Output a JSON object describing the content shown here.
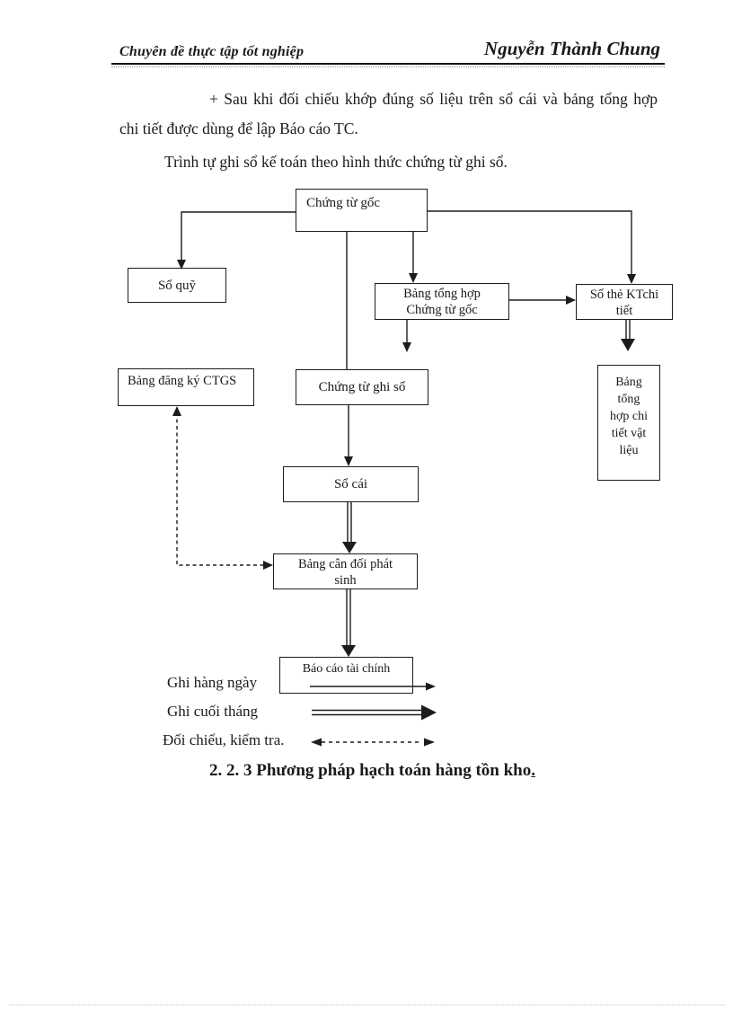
{
  "page": {
    "header": {
      "left_title": "Chuyên đề thực tập tốt nghiệp",
      "right_author": "Nguyễn Thành Chung"
    },
    "body": {
      "para1_line1": "+ Sau khi đối chiếu khớp đúng số liệu trên sổ cái và bảng tổng hợp",
      "para1_line2": "chi tiết được dùng để lập Báo cáo TC.",
      "para2": "Trình tự ghi sổ kế toán theo hình thức chứng từ ghi sổ."
    },
    "section_heading": {
      "text": "2. 2. 3 Phương pháp hạch toán hàng tồn kho",
      "trailing_period": "."
    }
  },
  "diagram": {
    "boxes": {
      "chung_tu_goc": {
        "label": "Chứng từ gốc"
      },
      "so_quy": {
        "label": "Sổ quỹ"
      },
      "bang_tong_hop_ctg": {
        "lines": [
          "Bảng tổng hợp",
          "Chứng từ gốc"
        ]
      },
      "so_the_kt": {
        "lines": [
          "Số thẻ KTchi",
          "tiết"
        ]
      },
      "bang_dang_ky_ctgs": {
        "label": "Bảng đăng ký CTGS"
      },
      "chung_tu_ghi_so": {
        "label": "Chứng từ ghi sổ"
      },
      "bang_tong_hop_chi_tiet_vat_lieu": {
        "lines": [
          "Bảng",
          "tổng",
          "hợp chi",
          "tiết vật",
          "liệu"
        ]
      },
      "so_cai": {
        "label": "Sổ cái"
      },
      "bang_can_doi_phat_sinh": {
        "lines": [
          "Bảng cân đối phát",
          "sinh"
        ]
      },
      "bao_cao_tai_chinh": {
        "label": "Báo cáo tài chính"
      }
    },
    "legend": [
      {
        "label": "Ghi hàng ngày",
        "line_style": "solid-single-arrow"
      },
      {
        "label": "Ghi cuối tháng",
        "line_style": "solid-double-line-arrow"
      },
      {
        "label": "Đối chiếu, kiểm tra.",
        "line_style": "dashed-double-headed-arrow"
      }
    ],
    "colors": {
      "ink": "#1a1a1a",
      "paper": "#ffffff"
    }
  }
}
